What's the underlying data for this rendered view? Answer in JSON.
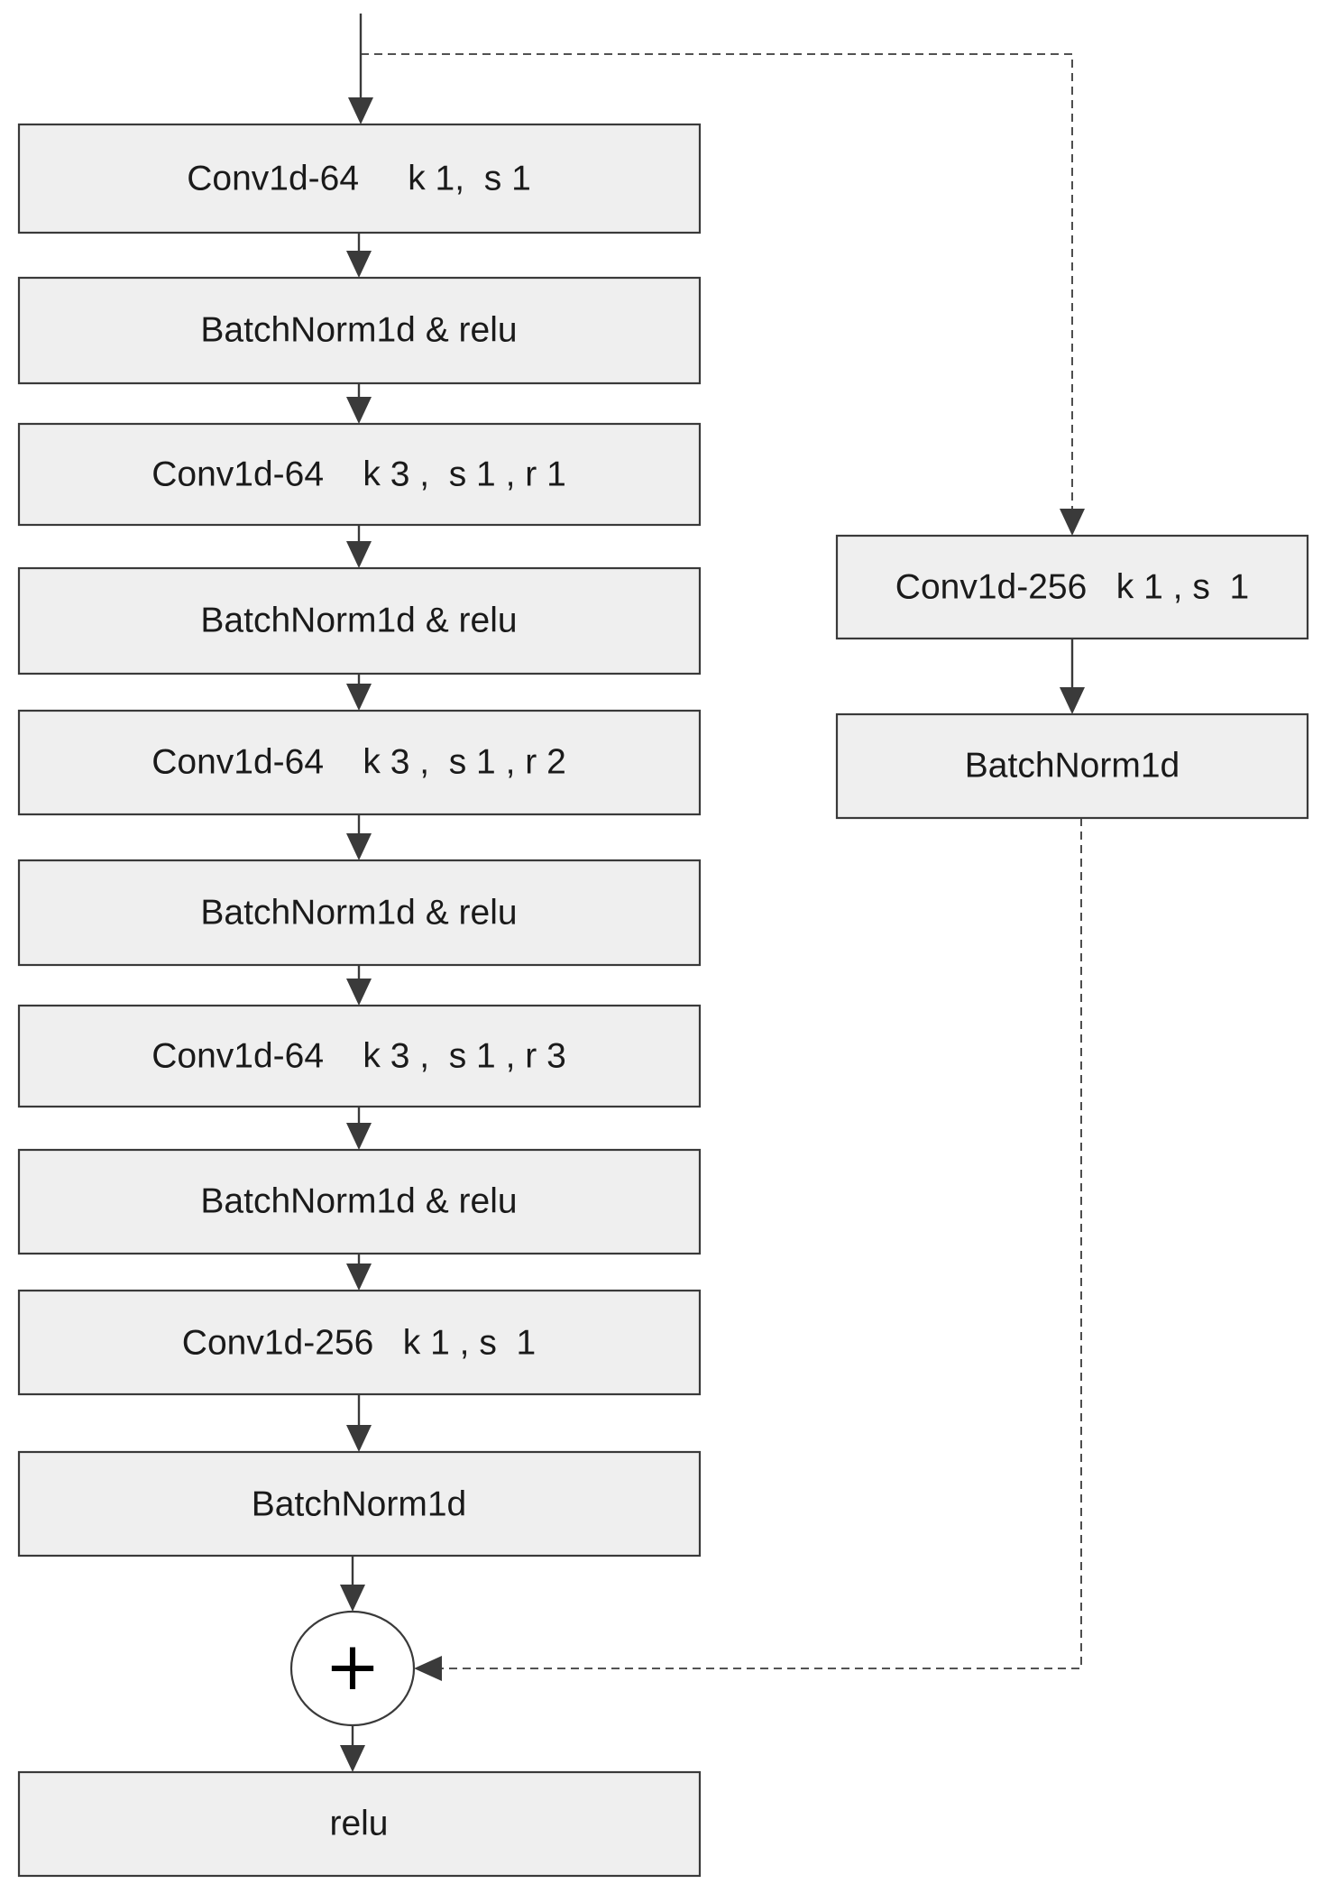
{
  "main_path": {
    "nodes": [
      {
        "id": "conv1",
        "label": "Conv1d-64     k 1,  s 1"
      },
      {
        "id": "bn1",
        "label": "BatchNorm1d & relu"
      },
      {
        "id": "conv2",
        "label": "Conv1d-64    k 3 ,  s 1 , r 1"
      },
      {
        "id": "bn2",
        "label": "BatchNorm1d & relu"
      },
      {
        "id": "conv3",
        "label": "Conv1d-64    k 3 ,  s 1 , r 2"
      },
      {
        "id": "bn3",
        "label": "BatchNorm1d & relu"
      },
      {
        "id": "conv4",
        "label": "Conv1d-64    k 3 ,  s 1 , r 3"
      },
      {
        "id": "bn4",
        "label": "BatchNorm1d & relu"
      },
      {
        "id": "conv5",
        "label": "Conv1d-256   k 1 , s  1"
      },
      {
        "id": "bn5",
        "label": "BatchNorm1d"
      }
    ],
    "output": {
      "id": "relu",
      "label": "relu"
    }
  },
  "shortcut_path": {
    "nodes": [
      {
        "id": "sc_conv",
        "label": "Conv1d-256   k 1 , s  1"
      },
      {
        "id": "sc_bn",
        "label": "BatchNorm1d"
      }
    ],
    "style": "dashed"
  },
  "sum_node": {
    "id": "add",
    "symbol": "+"
  }
}
